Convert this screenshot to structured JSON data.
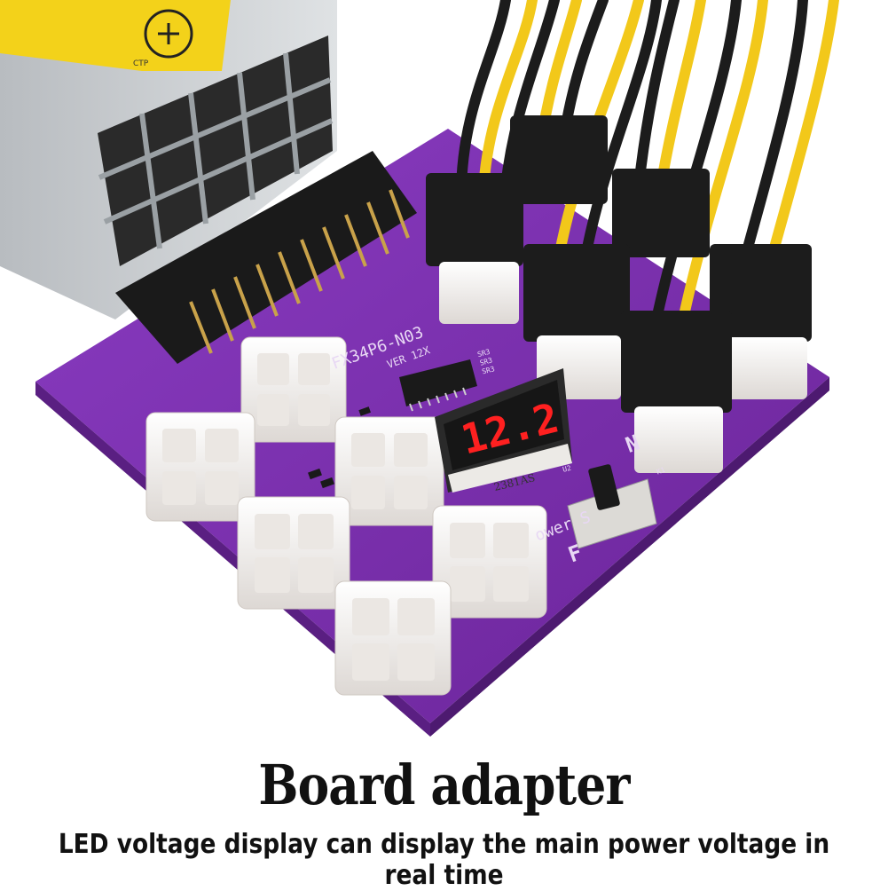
{
  "psu": {
    "label": "CTP"
  },
  "board": {
    "model": "FX34P6-N03",
    "version": "VER 12X",
    "display_value": "12.2",
    "display_chip": "2381AS",
    "display_ref": "U2",
    "resistor_labels": [
      "SR3",
      "SR3",
      "SR3"
    ],
    "switch_label": "ower S",
    "switch_ref": "K1",
    "switch_on": "N",
    "switch_off": "F"
  },
  "caption": {
    "title": "Board adapter",
    "subtitle": "LED voltage display can display the main power voltage in real time"
  },
  "colors": {
    "pcb": "#7a2fb0",
    "connector_white": "#f4f2f0",
    "connector_black": "#1c1c1c",
    "wire_yellow": "#f2c81a",
    "led_red": "#ff2020"
  }
}
